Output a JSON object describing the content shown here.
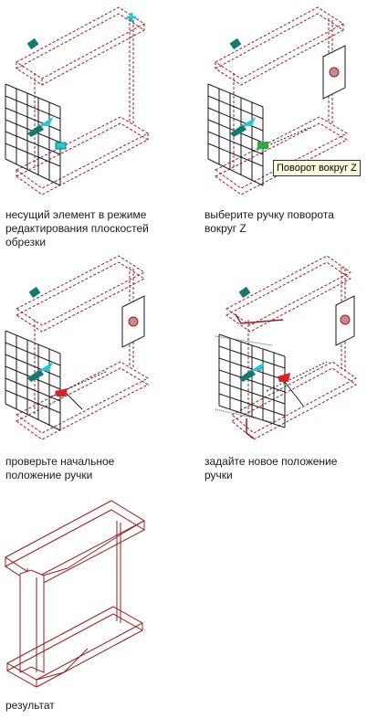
{
  "colors": {
    "beam": "#9b1c1c",
    "grid": "#1a1a1a",
    "grip_teal": "#137a72",
    "grip_cyan": "#1ec9d8",
    "grip_active": "#2eaa3c",
    "grip_red": "#e02020",
    "tooltip_bg": "#ffffe1"
  },
  "panels": [
    {
      "caption": "несущий элемент в режиме\nредактирования плоскостей\nобрезки"
    },
    {
      "caption": "выберите ручку поворота\nвокруг Z",
      "tooltip": "Поворот вокруг Z"
    },
    {
      "caption": "проверьте начальное\nположение ручки"
    },
    {
      "caption": "задайте новое положение\nручки"
    },
    {
      "caption": "результат"
    }
  ]
}
